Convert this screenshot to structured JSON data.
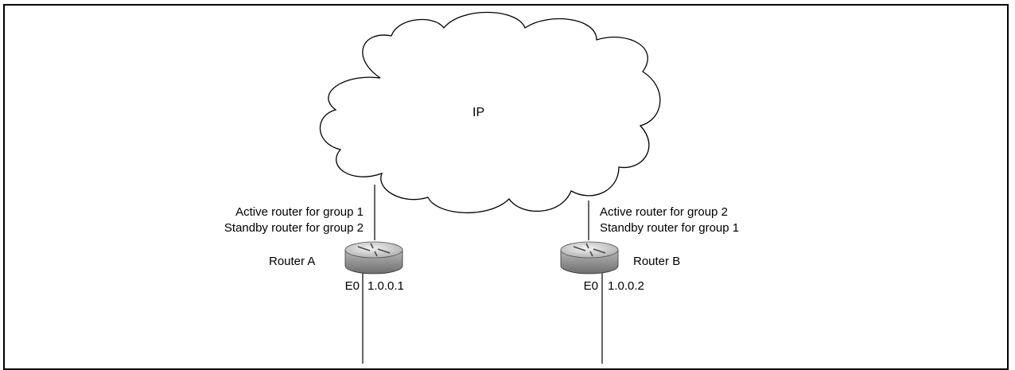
{
  "cloud": {
    "label": "IP"
  },
  "routers": [
    {
      "name": "Router A",
      "interface": "E0",
      "ip": "1.0.0.1",
      "roles": [
        "Active router for group 1",
        "Standby router for group 2"
      ]
    },
    {
      "name": "Router B",
      "interface": "E0",
      "ip": "1.0.0.2",
      "roles": [
        "Active router for group 2",
        "Standby router for group 1"
      ]
    }
  ],
  "colors": {
    "line": "#000000",
    "router_body": "#9a9a9a",
    "router_top": "#d4d4d4"
  },
  "icons": {
    "router": "router-icon",
    "cloud": "cloud-icon"
  }
}
